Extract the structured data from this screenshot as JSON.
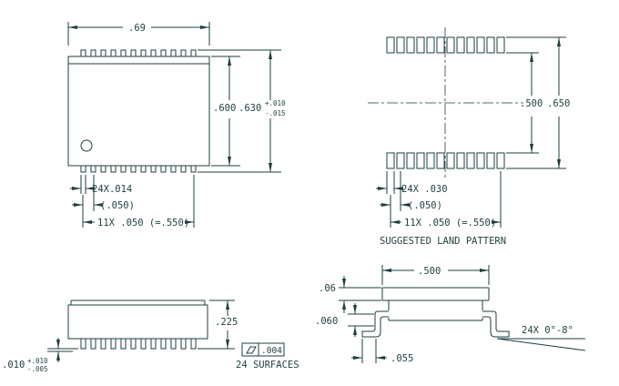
{
  "colors": {
    "line": "#1e3f3f",
    "background": "#ffffff"
  },
  "top_view": {
    "width": ".69",
    "body_height": ".600",
    "overall_height": ".630",
    "tol_plus": "+.010",
    "tol_minus": "-.015",
    "pin_width": "24X.014",
    "pin_pitch": "(.050)",
    "pin_span": "11X .050 (=.550)"
  },
  "land_pattern": {
    "inner_gap": ".500",
    "outer_span": ".650",
    "pad_width": "24X .030",
    "pad_pitch": "(.050)",
    "pad_span": "11X .050 (=.550)",
    "caption": "SUGGESTED LAND PATTERN"
  },
  "side_view": {
    "height": ".225",
    "standoff": ".010",
    "standoff_tol_plus": "+.010",
    "standoff_tol_minus": "-.005",
    "flatness": ".004",
    "flatness_note": "24 SURFACES"
  },
  "section_view": {
    "cap_thickness": ".06",
    "lead_height": ".060",
    "foot_length": ".055",
    "body_width": ".500",
    "lead_angle": "24X 0°-8°"
  }
}
